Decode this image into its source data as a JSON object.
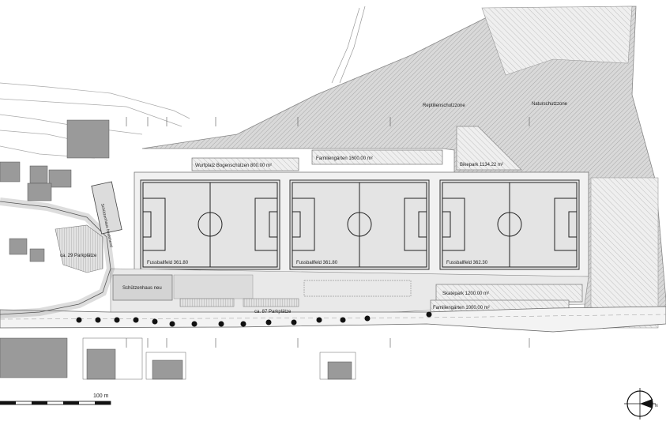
{
  "labels": {
    "reptilienschutzzone": "Reptilienschutzzone",
    "naturschutzzone": "Naturschutzzone",
    "wurfplatz": "Wurfplatz Bogenschützen 800.00 m²",
    "familiengarten_top": "Familiengärten 1600.00 m²",
    "bikepark": "Bikepark 1134.22 m²",
    "field_1": "Fussballfeld 361.80",
    "field_2": "Fussballfeld 361.80",
    "field_3": "Fussballfeld 362.30",
    "schuetzenhaus_bestehend": "Schützenhaus bestehend",
    "parking_west": "ca. 29 Parkplätze",
    "schuetzenhaus_neu": "Schützenhaus neu",
    "parking_main": "ca. 87 Parkplätze",
    "skatepark": "Skatepark 1200.00 m²",
    "familiengarten_bottom": "Familiengärten 1000.00 m²"
  },
  "scale_bar": {
    "label": "100 m"
  },
  "north_arrow": {
    "label": "N"
  },
  "colors": {
    "hatch_zone": "#d8d8d8",
    "field_green": "#e6e6e6",
    "building": "#9a9a9a",
    "road": "#ececec",
    "tree": "#111111"
  }
}
